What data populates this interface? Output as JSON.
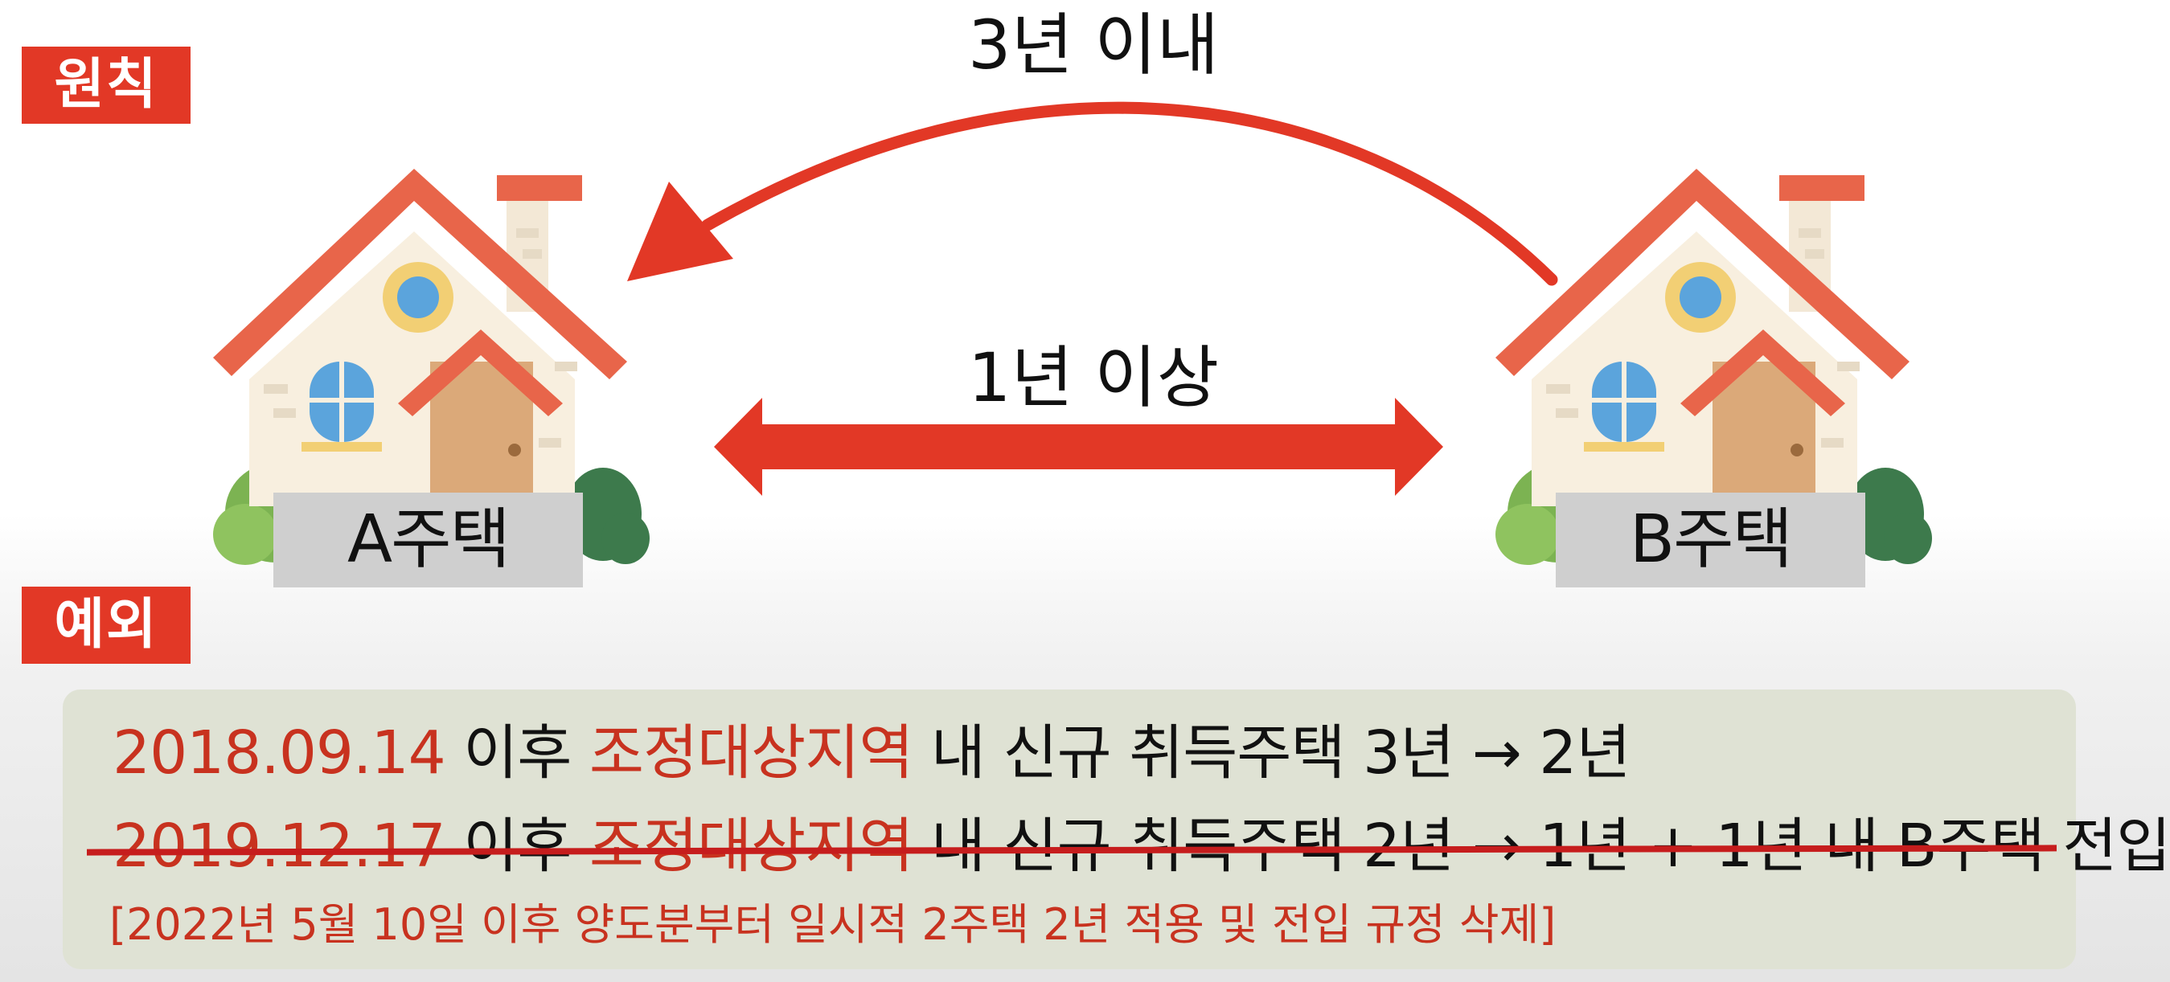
{
  "tags": {
    "principle": "원칙",
    "exception": "예외"
  },
  "labels": {
    "top": "3년 이내",
    "middle": "1년 이상"
  },
  "houses": {
    "a": "A주택",
    "b": "B주택"
  },
  "exception": {
    "line1": {
      "date": "2018.09.14",
      "after": " 이후 ",
      "region": "조정대상지역",
      "rest": " 내 신규 취득주택 3년 → 2년"
    },
    "line2": {
      "date": "2019.12.17",
      "after": " 이후 ",
      "region": "조정대상지역",
      "rest": " 내 신규 취득주택 2년 → 1년 + 1년 내 B주택 전입"
    },
    "note": "[2022년 5월 10일 이후 양도분부터 일시적 2주택 2년 적용 및 전입 규정 삭제]"
  },
  "colors": {
    "accent": "#e23826",
    "text_red": "#c8321f",
    "box": "#dfe2d4"
  }
}
